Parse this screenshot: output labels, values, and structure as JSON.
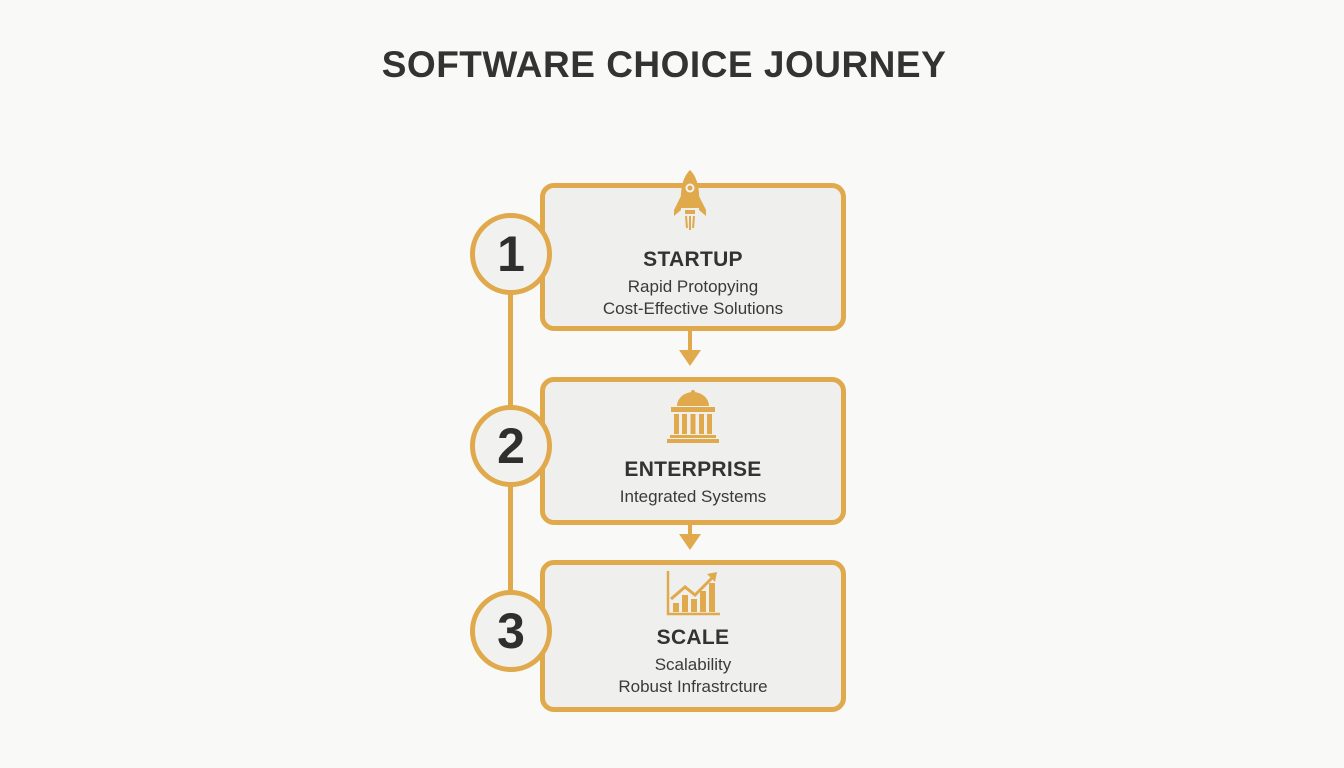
{
  "title": "SOFTWARE CHOICE JOURNEY",
  "colors": {
    "accent": "#e0a94b",
    "text": "#333333",
    "card_bg": "#efefee",
    "background": "#f9f9f8"
  },
  "steps": [
    {
      "number": "1",
      "icon": "rocket-icon",
      "heading": "STARTUP",
      "lines": [
        "Rapid Protopying",
        "Cost-Effective Solutions"
      ]
    },
    {
      "number": "2",
      "icon": "building-columns-icon",
      "heading": "ENTERPRISE",
      "lines": [
        "Integrated Systems"
      ]
    },
    {
      "number": "3",
      "icon": "growth-chart-icon",
      "heading": "SCALE",
      "lines": [
        "Scalability",
        "Robust Infrastrcture"
      ]
    }
  ]
}
